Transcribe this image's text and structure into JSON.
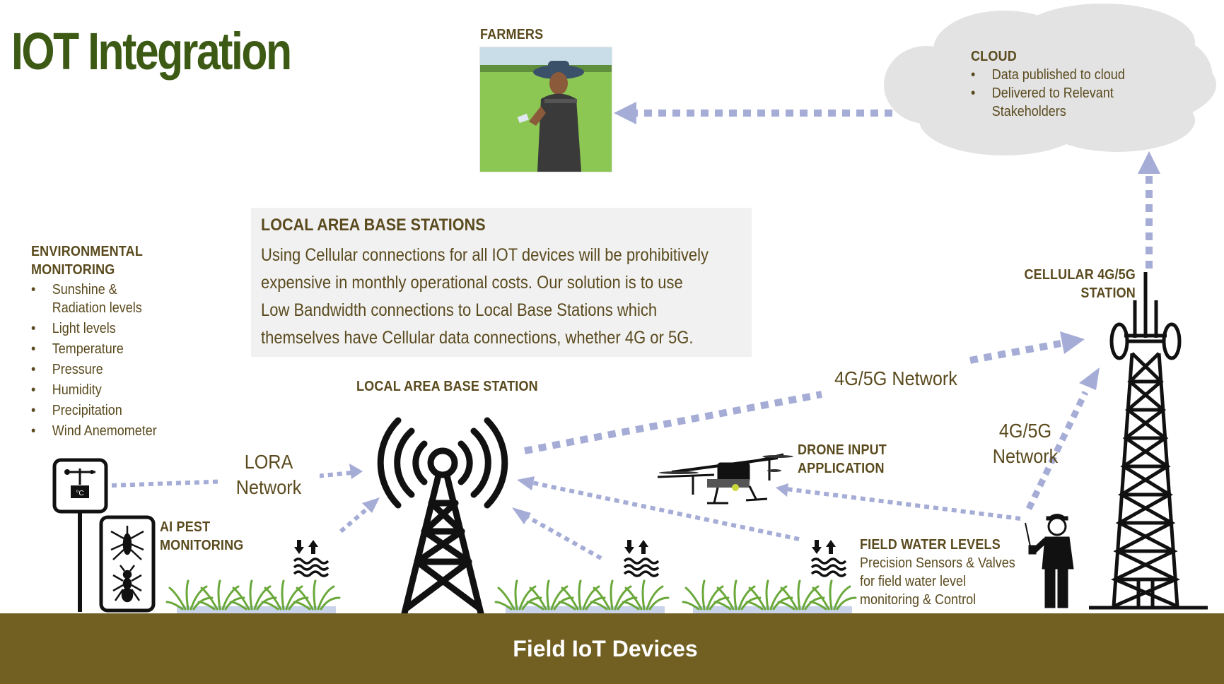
{
  "title": "IOT Integration",
  "farmers": {
    "label": "FARMERS"
  },
  "cloud": {
    "title": "CLOUD",
    "items": [
      "Data published to cloud",
      "Delivered to Relevant Stakeholders"
    ]
  },
  "environmental": {
    "title_line1": "ENVIRONMENTAL",
    "title_line2": "MONITORING",
    "items": [
      "Sunshine & Radiation levels",
      "Light levels",
      "Temperature",
      "Pressure",
      "Humidity",
      "Precipitation",
      "Wind Anemometer"
    ]
  },
  "local_area_base_stations": {
    "title": "LOCAL AREA BASE STATIONS",
    "text": "Using Cellular connections for all IOT devices will be prohibitively expensive in monthly operational costs. Our solution is to use Low Bandwidth connections to Local Base Stations which themselves have Cellular data connections, whether 4G or 5G."
  },
  "local_area_base_station_label": "LOCAL AREA BASE STATION",
  "cellular_station": {
    "line1": "CELLULAR 4G/5G",
    "line2": "STATION"
  },
  "networks": {
    "lora_line1": "LORA",
    "lora_line2": "Network",
    "cellular_main": "4G/5G Network",
    "cellular_side_line1": "4G/5G",
    "cellular_side_line2": "Network"
  },
  "drone": {
    "line1": "DRONE INPUT",
    "line2": "APPLICATION"
  },
  "pest": {
    "line1": "AI PEST",
    "line2": "MONITORING"
  },
  "field_water": {
    "title": "FIELD WATER LEVELS",
    "line1": "Precision Sensors & Valves",
    "line2": "for field water level",
    "line3": "monitoring & Control"
  },
  "weather_station_unit": "°C",
  "footer": "Field IoT Devices",
  "colors": {
    "title_green": "#3c5a14",
    "text_brown": "#5a4a1e",
    "arrow_lavender": "#a5acd6",
    "ground_olive": "#726022",
    "cloud_grey": "#e3e3e3",
    "grass_green": "#6aa83a"
  },
  "icons": [
    "weather-station-icon",
    "mosquito-icon",
    "ant-icon",
    "radio-tower-icon",
    "cell-tower-icon",
    "drone-icon",
    "worker-icon",
    "water-level-icon",
    "grass-icon",
    "farmer-photo"
  ]
}
